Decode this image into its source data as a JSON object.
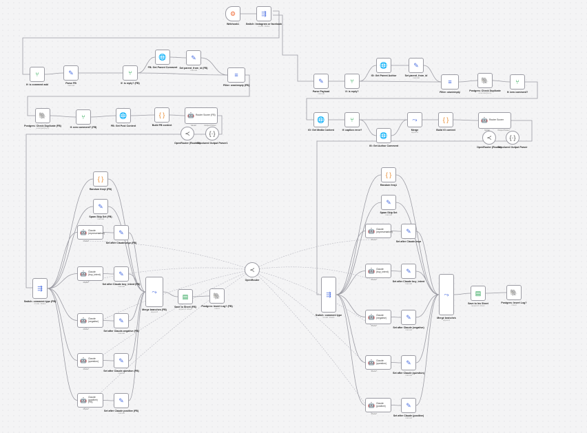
{
  "nodes": [
    {
      "id": "webhook",
      "label": "Webhook1",
      "icon": "webhook-icon",
      "glyph": "⚙",
      "color": "c-orange",
      "trigger": true
    },
    {
      "id": "switch_ig_fb",
      "label": "Switch: Instagram or facebook",
      "sub": "mode: Rules",
      "icon": "switch-icon",
      "glyph": "⇶",
      "color": "c-blue"
    },
    {
      "id": "if_comment_add",
      "label": "If: is comment add",
      "icon": "if-icon",
      "glyph": "⑂",
      "color": "c-green"
    },
    {
      "id": "parse_fb",
      "label": "Parse FB",
      "sub": "manual",
      "icon": "edit-icon",
      "glyph": "✎",
      "color": "c-blue"
    },
    {
      "id": "if_reply_fb",
      "label": "If: is reply? (FB)",
      "icon": "if-icon",
      "glyph": "⑂",
      "color": "c-green"
    },
    {
      "id": "fb_get_parent",
      "label": "FB: Get Parent Comment",
      "icon": "http-icon",
      "glyph": "🌐",
      "color": "c-blue"
    },
    {
      "id": "set_parent_fb",
      "label": "Set parent_from_id (FB)",
      "sub": "manual",
      "icon": "edit-icon",
      "glyph": "✎",
      "color": "c-blue"
    },
    {
      "id": "filter_fb",
      "label": "Filter: own/empty (FB)",
      "icon": "filter-icon",
      "glyph": "≡",
      "color": "c-blue"
    },
    {
      "id": "pg_check_fb",
      "label": "Postgres: Check Duplicate (FB)",
      "sub": "executeQuery",
      "icon": "postgres-icon",
      "glyph": "🐘",
      "color": "c-dark"
    },
    {
      "id": "if_new_fb",
      "label": "If: new comment? (FB)",
      "icon": "if-icon",
      "glyph": "⑂",
      "color": "c-green"
    },
    {
      "id": "fb_get_post",
      "label": "FB: Get Post Content",
      "icon": "http-icon",
      "glyph": "🌐",
      "color": "c-blue"
    },
    {
      "id": "build_fb",
      "label": "Build FB context",
      "icon": "code-icon",
      "glyph": "{ }",
      "color": "c-amber"
    },
    {
      "id": "router_fb",
      "label": "Router Scorer (FB)",
      "icon": "agent-icon",
      "glyph": "🤖",
      "color": "c-gray",
      "sub2": "Model",
      "sub3": "Output Parser"
    },
    {
      "id": "openrouter_router_fb",
      "label": "OpenRouter (Router1)",
      "icon": "openrouter-icon",
      "glyph": "≺",
      "color": "c-gray",
      "round": true
    },
    {
      "id": "parser_fb",
      "label": "Structured Output Parser1",
      "icon": "parser-icon",
      "glyph": "{·}",
      "color": "c-gray",
      "round": true
    },
    {
      "id": "random_freq_fb",
      "label": "Random freq1 (FB)",
      "icon": "code-icon",
      "glyph": "{ }",
      "color": "c-amber"
    },
    {
      "id": "spam_skip_fb",
      "label": "Spam Skip Set (FB)",
      "sub": "manual",
      "icon": "edit-icon",
      "glyph": "✎",
      "color": "c-blue"
    },
    {
      "id": "claude_impr_fb",
      "label": "Claude (representative)",
      "icon": "agent-icon",
      "glyph": "🤖",
      "color": "c-gray",
      "sub2": "Model*"
    },
    {
      "id": "set_impr_fb",
      "label": "Set after Claude-impr (FB)",
      "icon": "edit-icon",
      "glyph": "✎",
      "color": "c-blue"
    },
    {
      "id": "claude_buy_fb",
      "label": "Claude (buy_intent)",
      "icon": "agent-icon",
      "glyph": "🤖",
      "color": "c-gray",
      "sub2": "Model*"
    },
    {
      "id": "set_buy_fb",
      "label": "Set after Claude buy_intent (FB)",
      "sub": "manual",
      "icon": "edit-icon",
      "glyph": "✎",
      "color": "c-blue"
    },
    {
      "id": "claude_neg_fb",
      "label": "Claude (negative)",
      "icon": "agent-icon",
      "glyph": "🤖",
      "color": "c-gray",
      "sub2": "Model*"
    },
    {
      "id": "set_neg_fb",
      "label": "Set after Claude-negative (FB)",
      "sub": "manual",
      "icon": "edit-icon",
      "glyph": "✎",
      "color": "c-blue"
    },
    {
      "id": "claude_q_fb",
      "label": "Claude (question)",
      "icon": "agent-icon",
      "glyph": "🤖",
      "color": "c-gray",
      "sub2": "Model*"
    },
    {
      "id": "set_q_fb",
      "label": "Set after Claude question (FB)",
      "sub": "manual",
      "icon": "edit-icon",
      "glyph": "✎",
      "color": "c-blue"
    },
    {
      "id": "claude_pos_fb",
      "label": "Claude (positive) (FB)",
      "icon": "agent-icon",
      "glyph": "🤖",
      "color": "c-gray",
      "sub2": "Model*"
    },
    {
      "id": "set_pos_fb",
      "label": "Set after Claude positive (FB)",
      "sub": "manual",
      "icon": "edit-icon",
      "glyph": "✎",
      "color": "c-blue"
    },
    {
      "id": "switch_ct_fb",
      "label": "Switch: comment type (FB)",
      "sub": "mode: Rules",
      "icon": "switch-icon",
      "glyph": "⇶",
      "color": "c-blue"
    },
    {
      "id": "merge_fb",
      "label": "Merge branches (FB)",
      "sub": "append",
      "icon": "merge-icon",
      "glyph": "⤳",
      "color": "c-blue"
    },
    {
      "id": "sheets_fb",
      "label": "Save to Sheet (FB)",
      "sub": "append: sheet",
      "icon": "sheets-icon",
      "glyph": "▤",
      "color": "c-sheet"
    },
    {
      "id": "pg_insert_fb",
      "label": "Postgres: Insert Log? (FB)",
      "sub": "insert",
      "icon": "postgres-icon",
      "glyph": "🐘",
      "color": "c-dark"
    },
    {
      "id": "openrouter_mid",
      "label": "OpenRouter",
      "icon": "openrouter-icon",
      "glyph": "≺",
      "color": "c-gray",
      "round": true
    },
    {
      "id": "parse_payload",
      "label": "Parse Payload",
      "sub": "manual",
      "icon": "edit-icon",
      "glyph": "✎",
      "color": "c-blue"
    },
    {
      "id": "if_reply",
      "label": "If: is reply?",
      "icon": "if-icon",
      "glyph": "⑂",
      "color": "c-green"
    },
    {
      "id": "ig_get_parent",
      "label": "IG: Get Parent Author",
      "icon": "http-icon",
      "glyph": "🌐",
      "color": "c-blue"
    },
    {
      "id": "set_parent",
      "label": "Set parent_from_id",
      "sub": "manual",
      "icon": "edit-icon",
      "glyph": "✎",
      "color": "c-blue"
    },
    {
      "id": "filter_ig",
      "label": "Filter: own/empty",
      "icon": "filter-icon",
      "glyph": "≡",
      "color": "c-blue"
    },
    {
      "id": "pg_check",
      "label": "Postgres: Check Duplicate",
      "sub": "executeQuery",
      "icon": "postgres-icon",
      "glyph": "🐘",
      "color": "c-dark"
    },
    {
      "id": "if_new",
      "label": "If: new comment?",
      "icon": "if-icon",
      "glyph": "⑂",
      "color": "c-green"
    },
    {
      "id": "ig_get_media",
      "label": "IG: Get Media Content",
      "icon": "http-icon",
      "glyph": "🌐",
      "color": "c-blue"
    },
    {
      "id": "if_caption",
      "label": "If: caption error?",
      "icon": "if-icon",
      "glyph": "⑂",
      "color": "c-green"
    },
    {
      "id": "ig_get_author",
      "label": "IG: Get Author Comment",
      "icon": "http-icon",
      "glyph": "🌐",
      "color": "c-blue"
    },
    {
      "id": "merge_ig_top",
      "label": "Merge",
      "sub": "append",
      "icon": "merge-icon",
      "glyph": "⤳",
      "color": "c-blue"
    },
    {
      "id": "build_ig",
      "label": "Build IG context",
      "icon": "code-icon",
      "glyph": "{ }",
      "color": "c-amber"
    },
    {
      "id": "router_ig",
      "label": "Router Scorer",
      "icon": "agent-icon",
      "glyph": "🤖",
      "color": "c-gray",
      "sub2": "Model",
      "sub3": "Output Parser"
    },
    {
      "id": "openrouter_router",
      "label": "OpenRouter (Router)",
      "icon": "openrouter-icon",
      "glyph": "≺",
      "color": "c-gray",
      "round": true
    },
    {
      "id": "parser_ig",
      "label": "Structured Output Parser",
      "icon": "parser-icon",
      "glyph": "{·}",
      "color": "c-gray",
      "round": true
    },
    {
      "id": "random_freq",
      "label": "Random freq1",
      "icon": "code-icon",
      "glyph": "{ }",
      "color": "c-amber"
    },
    {
      "id": "spam_skip",
      "label": "Spam Skip Set",
      "sub": "manual",
      "icon": "edit-icon",
      "glyph": "✎",
      "color": "c-blue"
    },
    {
      "id": "claude_impr",
      "label": "Claude (representative)",
      "icon": "agent-icon",
      "glyph": "🤖",
      "color": "c-gray",
      "sub2": "Model*"
    },
    {
      "id": "set_impr",
      "label": "Set after Claude-impr",
      "icon": "edit-icon",
      "glyph": "✎",
      "color": "c-blue"
    },
    {
      "id": "claude_buy",
      "label": "Claude (buy_intent)",
      "icon": "agent-icon",
      "glyph": "🤖",
      "color": "c-gray",
      "sub2": "Model*"
    },
    {
      "id": "set_buy",
      "label": "Set after Claude buy_intent",
      "sub": "manual",
      "icon": "edit-icon",
      "glyph": "✎",
      "color": "c-blue"
    },
    {
      "id": "claude_neg",
      "label": "Claude (negative)",
      "icon": "agent-icon",
      "glyph": "🤖",
      "color": "c-gray",
      "sub2": "Model*"
    },
    {
      "id": "set_neg",
      "label": "Set after Claude (negative)",
      "sub": "manual",
      "icon": "edit-icon",
      "glyph": "✎",
      "color": "c-blue"
    },
    {
      "id": "claude_q",
      "label": "Claude (question)",
      "icon": "agent-icon",
      "glyph": "🤖",
      "color": "c-gray",
      "sub2": "Model*"
    },
    {
      "id": "set_q",
      "label": "Set after Claude (question)",
      "sub": "manual",
      "icon": "edit-icon",
      "glyph": "✎",
      "color": "c-blue"
    },
    {
      "id": "claude_pos",
      "label": "Claude (positive)",
      "icon": "agent-icon",
      "glyph": "🤖",
      "color": "c-gray",
      "sub2": "Model*"
    },
    {
      "id": "set_pos",
      "label": "Set after Claude (positive)",
      "sub": "manual",
      "icon": "edit-icon",
      "glyph": "✎",
      "color": "c-blue"
    },
    {
      "id": "switch_ct",
      "label": "Switch: comment type",
      "sub": "mode: Rules",
      "icon": "switch-icon",
      "glyph": "⇶",
      "color": "c-blue"
    },
    {
      "id": "merge_ig",
      "label": "Merge branches",
      "sub": "append",
      "icon": "merge-icon",
      "glyph": "⤳",
      "color": "c-blue"
    },
    {
      "id": "sheets_ig",
      "label": "Save to Ins Sheet",
      "sub": "append: sheet",
      "icon": "sheets-icon",
      "glyph": "▤",
      "color": "c-sheet"
    },
    {
      "id": "pg_insert",
      "label": "Postgres: Insert Log?",
      "sub": "insert",
      "icon": "postgres-icon",
      "glyph": "🐘",
      "color": "c-dark"
    }
  ]
}
